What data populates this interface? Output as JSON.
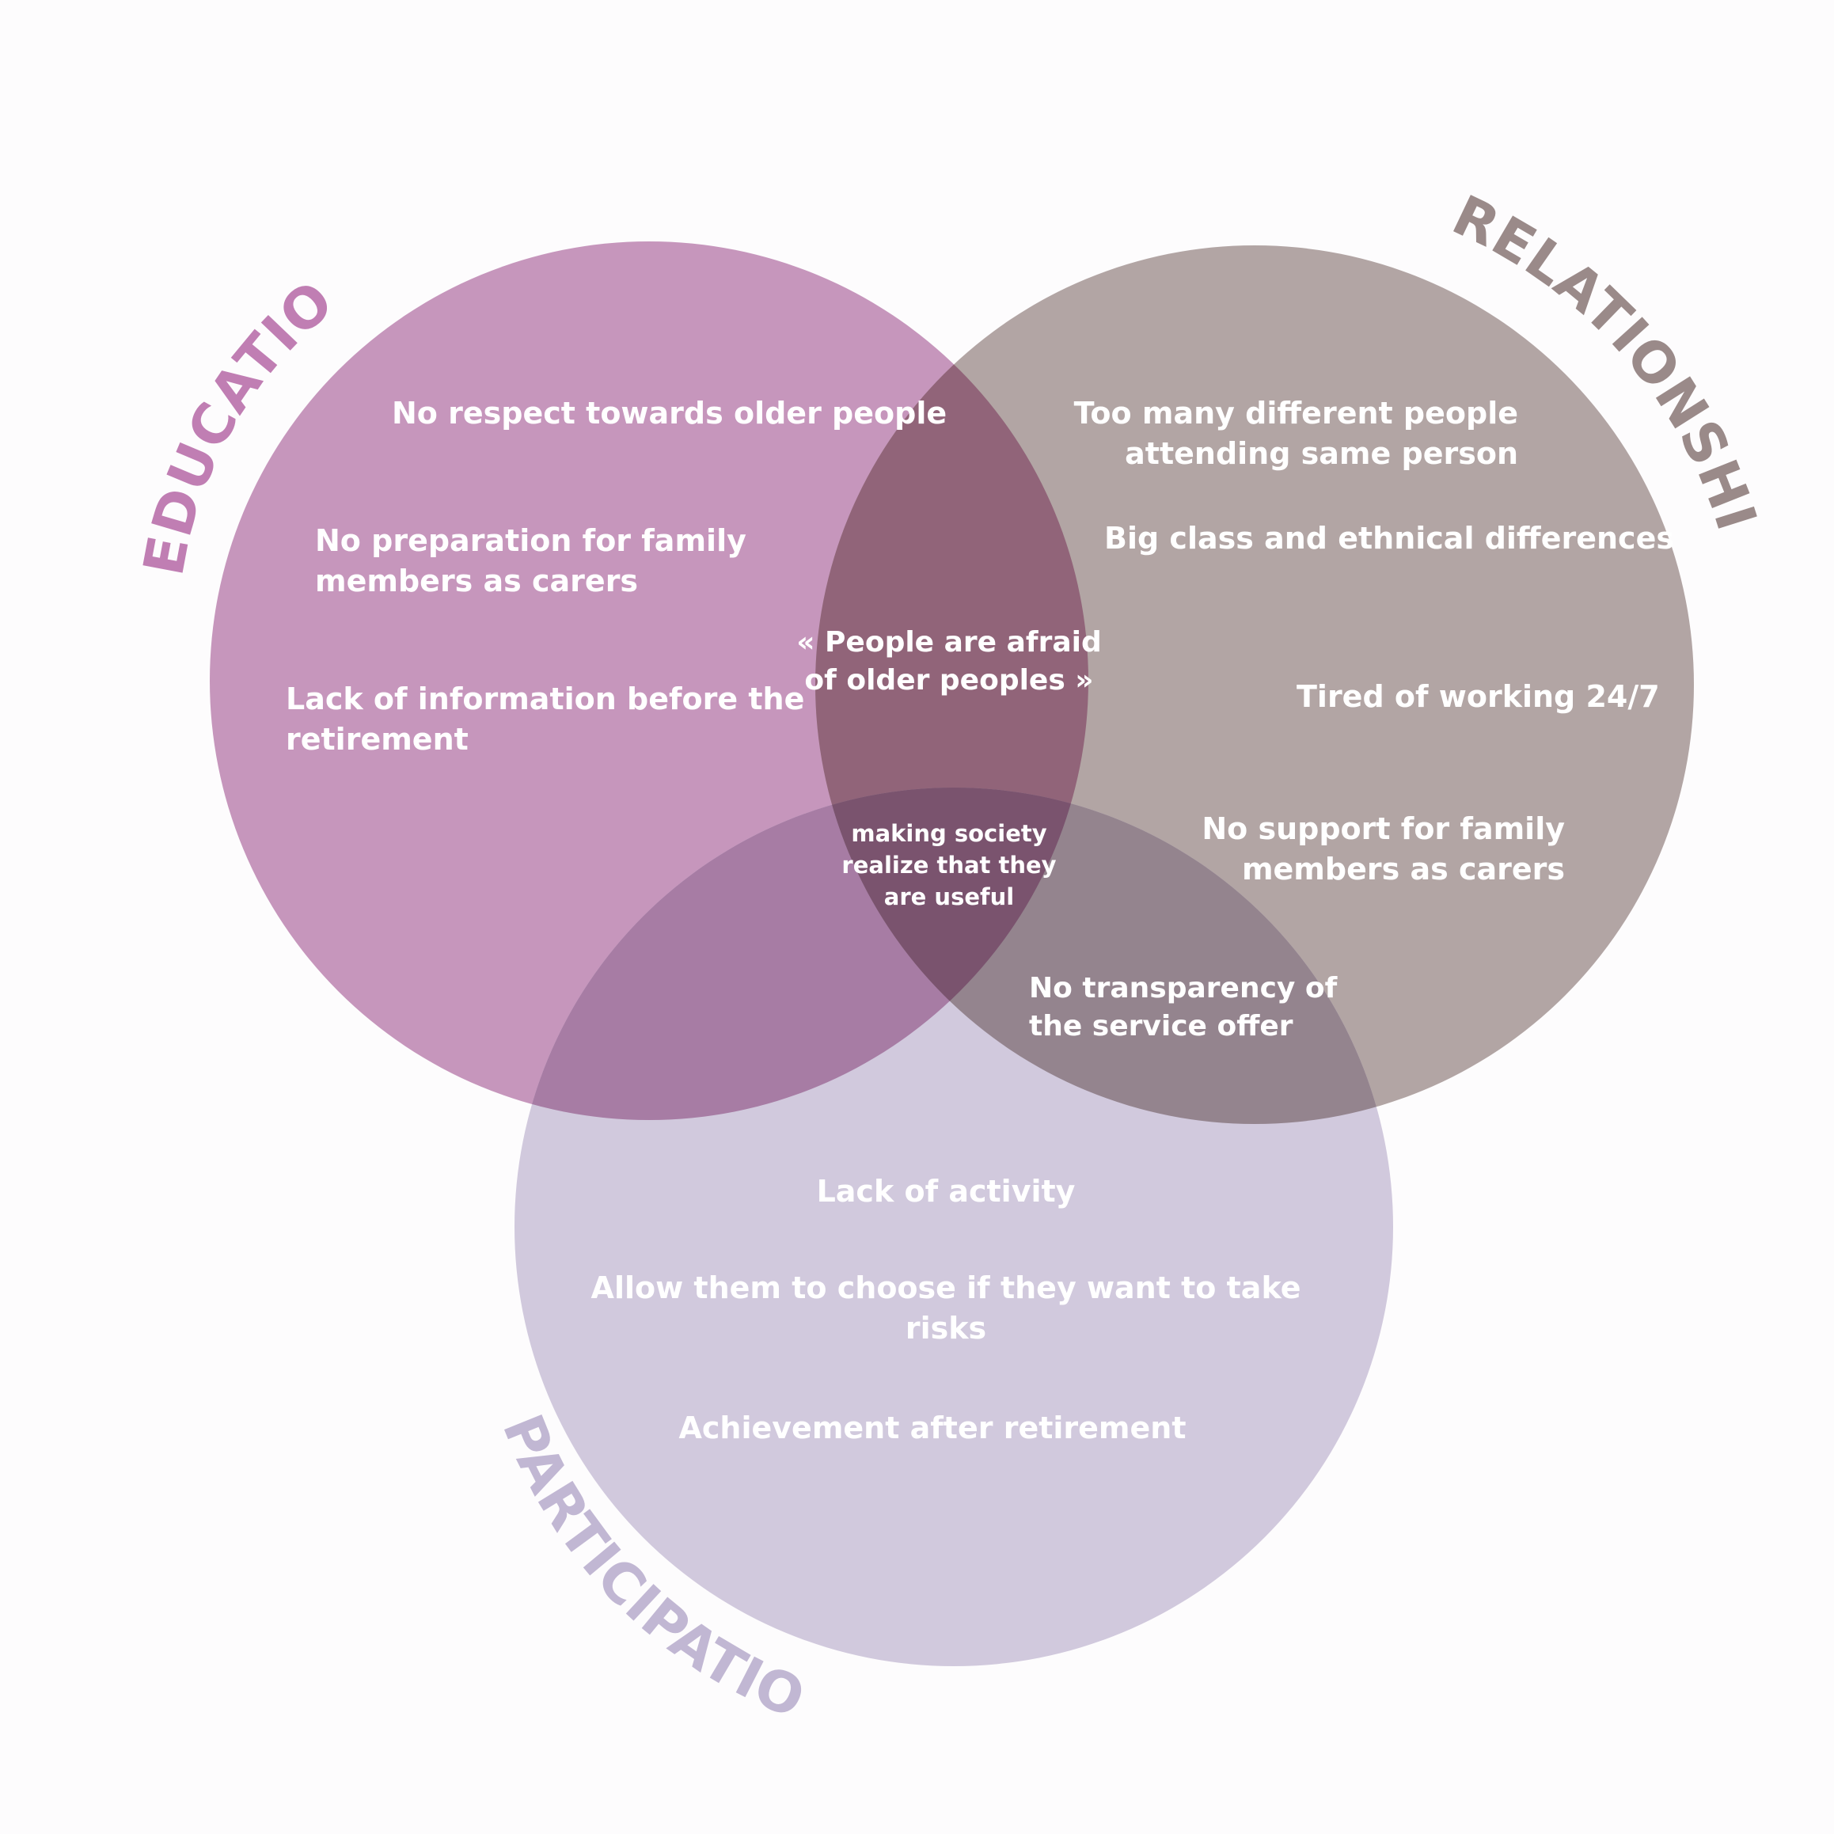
{
  "colors": {
    "background": "#fdfcfd",
    "education": "#c696bc",
    "relationship": "#b2a5a4",
    "participation": "#d1c9dd",
    "education_relationship": "#916479",
    "education_participation": "#a77ca4",
    "relationship_participation": "#94848e",
    "all_three": "#7a536e",
    "education_label": "#c07eb3",
    "relationship_label": "#9a8a89",
    "participation_label": "#c1b7d3",
    "text": "#ffffff"
  },
  "labels": {
    "education": "EDUCATION",
    "relationship": "RELATIONSHIP",
    "participation": "PARTICIPATION"
  },
  "education_items": {
    "respect": "No respect towards older people",
    "preparation_1": "No preparation for family",
    "preparation_2": "members as carers",
    "information_1": "Lack of information before the",
    "information_2": "retirement"
  },
  "relationship_items": {
    "too_many_1": "Too many different people",
    "too_many_2": "attending same person",
    "class": "Big class and ethnical differences",
    "tired": "Tired of working 24/7",
    "support_1": "No support for family",
    "support_2": "members as carers"
  },
  "participation_items": {
    "activity": "Lack of activity",
    "risks_1": "Allow them to choose if they want to take",
    "risks_2": "risks",
    "achievement": "Achievement after retirement"
  },
  "overlaps": {
    "education_relationship_1": "« People are afraid",
    "education_relationship_2": "of older peoples »",
    "relationship_participation_1": "No transparency of",
    "relationship_participation_2": "the service offer",
    "center_1": "making society",
    "center_2": "realize that they",
    "center_3": "are useful"
  }
}
